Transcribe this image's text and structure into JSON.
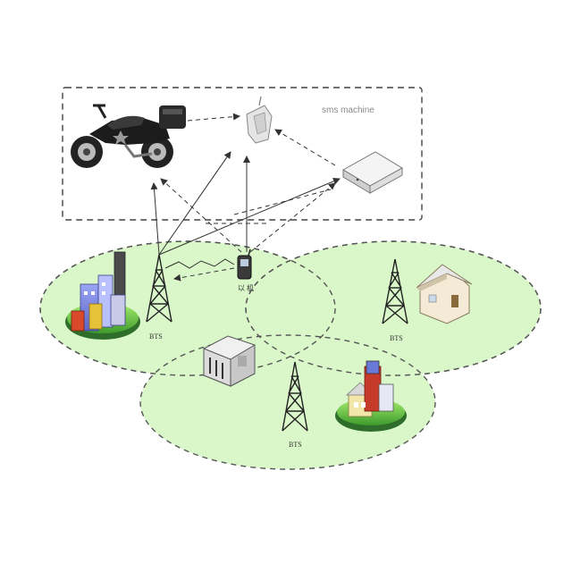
{
  "diagram": {
    "box_title": "sms machine",
    "bts_label": "BTS",
    "phone_label": "以 机",
    "colors": {
      "cell_fill": "#d9f7c8",
      "dash_stroke": "#555555",
      "arrow": "#333333"
    }
  }
}
